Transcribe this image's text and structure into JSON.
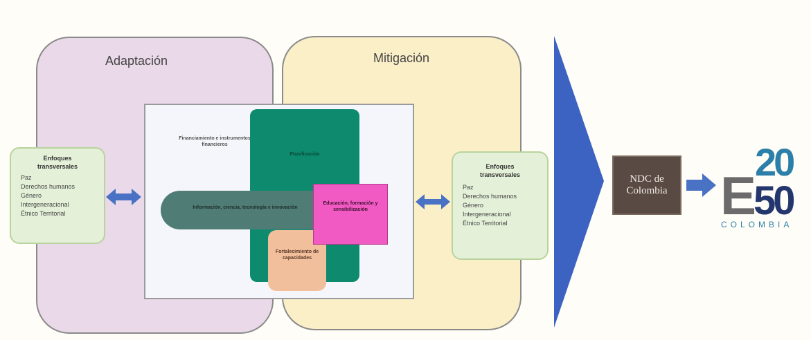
{
  "colors": {
    "adaptacion_bg": "#ead9e8",
    "mitigacion_bg": "#fbefc8",
    "planificacion": "#0e8a6e",
    "informacion": "#4f7d75",
    "educacion": "#f25ac3",
    "fortalecimiento": "#f2bf9c",
    "enfoques_bg": "#e4f0d8",
    "arrow_blue": "#4a72c4",
    "chevron_blue": "#3d63c2",
    "logo_gray": "#6b6b6b",
    "logo_blue": "#2b7fa8",
    "logo_navy": "#23366e"
  },
  "adaptacion": {
    "title": "Adaptación"
  },
  "mitigacion": {
    "title": "Mitigación"
  },
  "center": {
    "financiamiento": "Financiamiento e instrumentos financieros",
    "planificacion": "Planificación",
    "informacion": "Información, ciencia, tecnología e innovación",
    "educacion": "Educación, formación y sensibilización",
    "fortalecimiento": "Fortalecimiento de capacidades"
  },
  "enfoques_left": {
    "title_line1": "Enfoques",
    "title_line2": "transversales",
    "items": [
      "Paz",
      "Derechos humanos",
      "Género",
      "Intergeneracional",
      "Étnico Territorial"
    ]
  },
  "enfoques_right": {
    "title_line1": "Enfoques",
    "title_line2": "transversales",
    "items": [
      "Paz",
      "Derechos humanos",
      "Género",
      "Intergeneracional",
      "Étnico Territorial"
    ]
  },
  "ndc": {
    "line1": "NDC de",
    "line2": "Colombia"
  },
  "logo": {
    "top_num": "20",
    "letter": "E",
    "bottom_num": "50",
    "country": "COLOMBIA"
  }
}
